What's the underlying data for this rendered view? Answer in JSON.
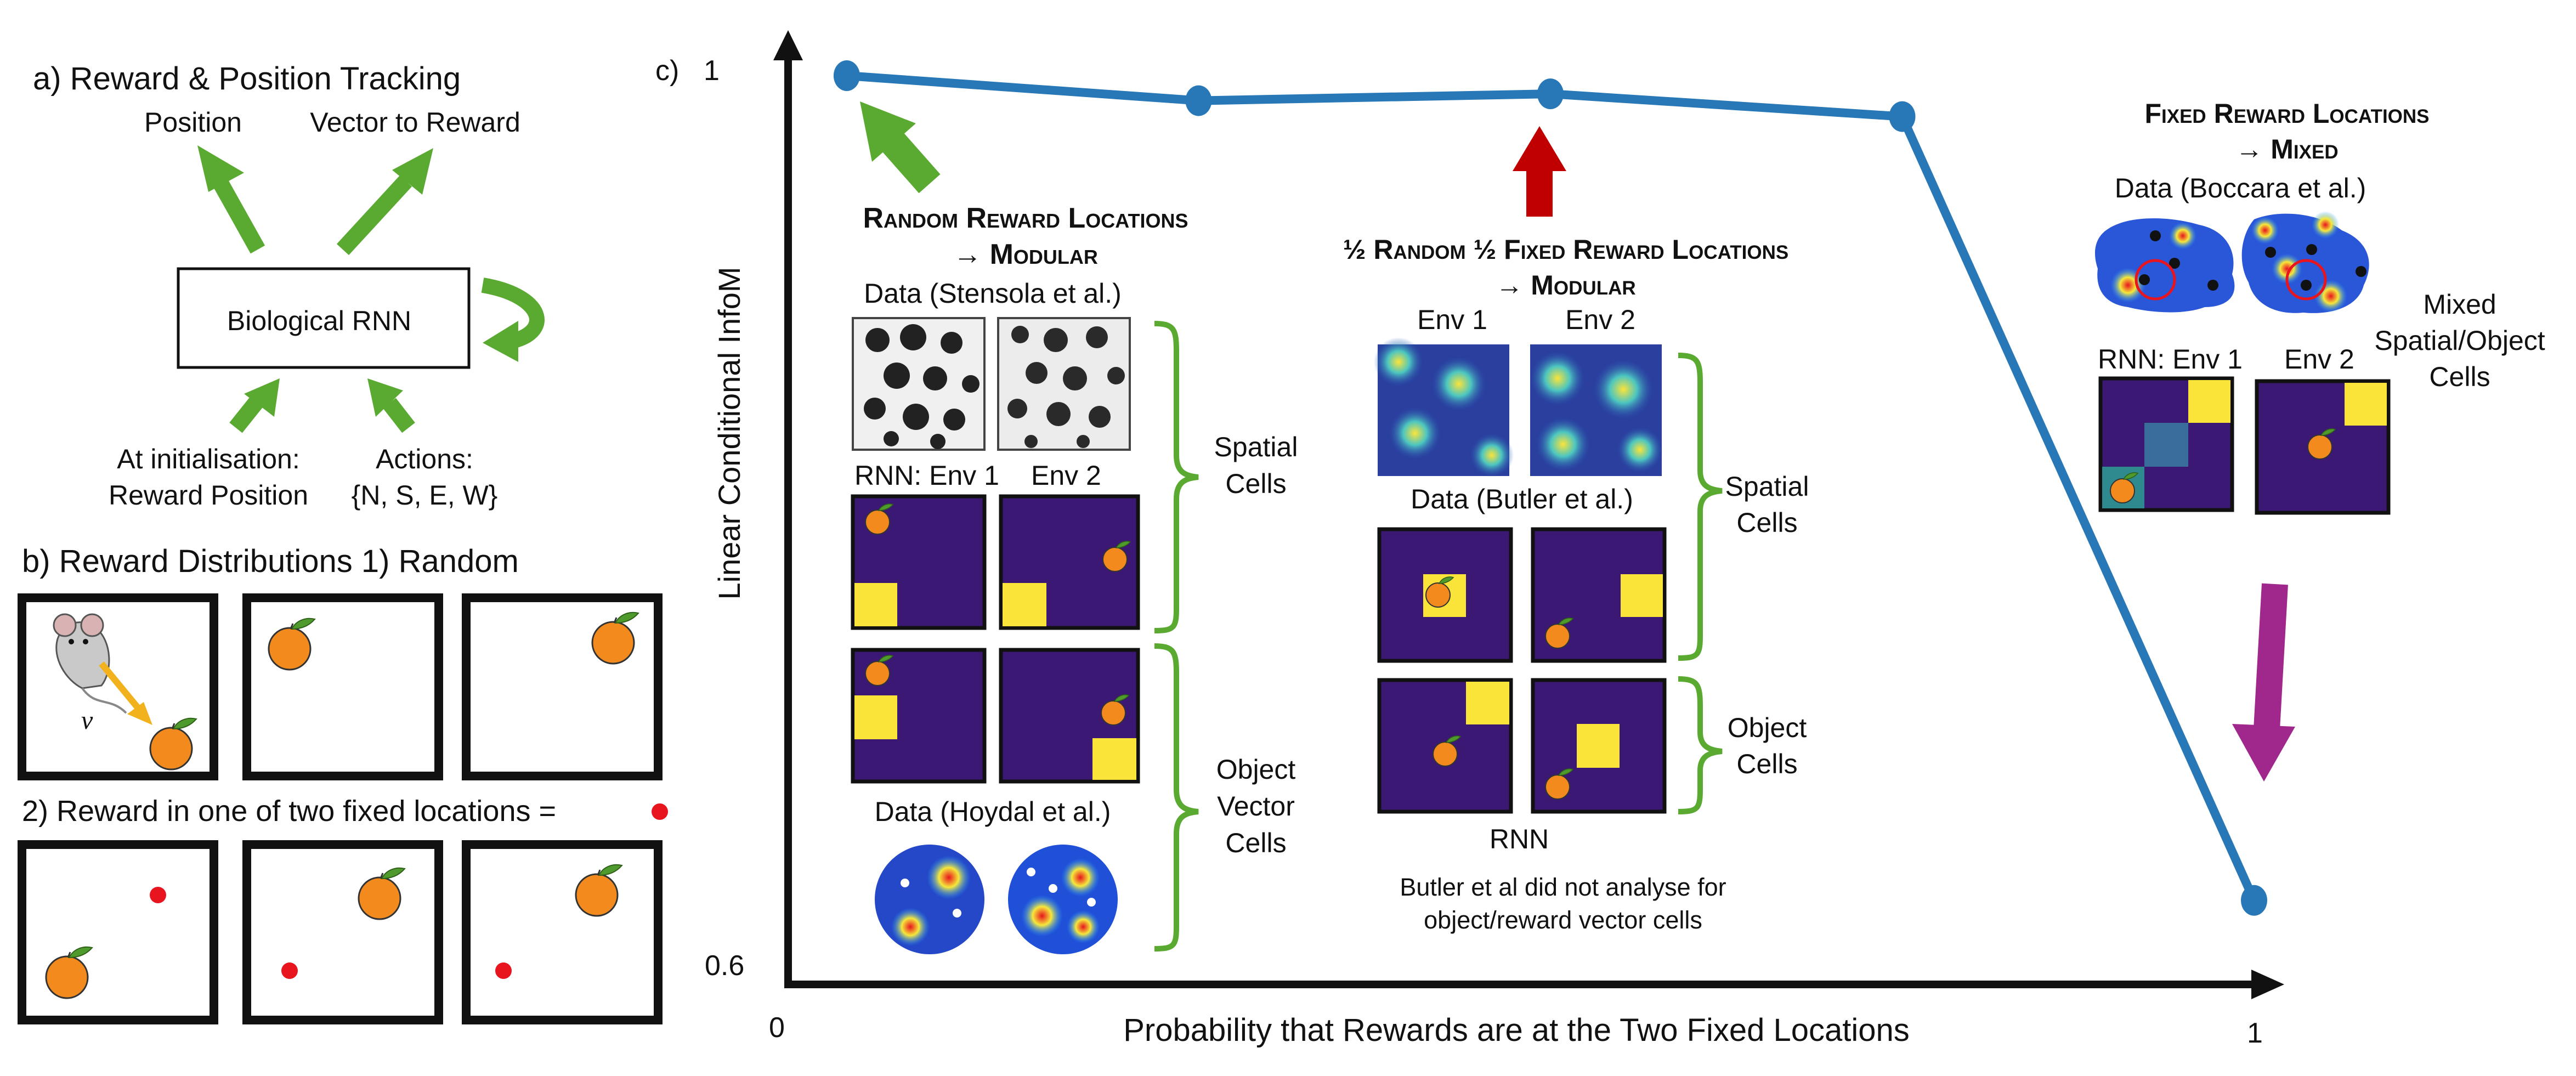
{
  "panel_a": {
    "title": "a) Reward & Position Tracking",
    "out_position": "Position",
    "out_vector": "Vector to Reward",
    "rnn": "Biological RNN",
    "in_init_line1": "At initialisation:",
    "in_init_line2": "Reward Position",
    "in_actions_line1": "Actions:",
    "in_actions_line2": "{N, S, E, W}"
  },
  "panel_b": {
    "title": "b) Reward Distributions 1) Random",
    "vector_symbol": "v",
    "row2_title": "2)  Reward in one of two fixed locations ="
  },
  "panel_c": {
    "label": "c)",
    "ylabel": "Linear Conditional InfoM",
    "xlabel": "Probability that Rewards are at the Two Fixed Locations",
    "ytick_top": "1",
    "ytick_bottom": "0.6",
    "xtick_left": "0",
    "xtick_right": "1",
    "group1": {
      "title_line1": "Random Reward Locations",
      "title_line2": "→ Modular",
      "data_label": "Data (Stensola et al.)",
      "rnn_label": "RNN: Env 1",
      "env2_label": "Env 2",
      "spatial_line1": "Spatial",
      "spatial_line2": "Cells",
      "object_line1": "Object",
      "object_line2": "Vector",
      "object_line3": "Cells",
      "data2_label": "Data (Hoydal et al.)"
    },
    "group2": {
      "title_line1": "½ Random ½ Fixed Reward Locations",
      "title_line2": "→ Modular",
      "env1_label": "Env 1",
      "env2_label": "Env 2",
      "data_label": "Data (Butler et al.)",
      "spatial_line1": "Spatial",
      "spatial_line2": "Cells",
      "object_line1": "Object",
      "object_line2": "Cells",
      "rnn_label": "RNN",
      "note_line1": "Butler et al did not analyse for",
      "note_line2": "object/reward vector cells"
    },
    "group3": {
      "title_line1": "Fixed Reward Locations",
      "title_line2": "→ Mixed",
      "data_label": "Data (Boccara et al.)",
      "rnn_label": "RNN: Env 1",
      "env2_label": "Env 2",
      "mixed_line1": "Mixed",
      "mixed_line2": "Spatial/Object",
      "mixed_line3": "Cells"
    }
  },
  "chart_data": {
    "type": "line",
    "xlabel": "Probability that Rewards are at the Two Fixed Locations",
    "ylabel": "Linear Conditional InfoM",
    "xlim": [
      0,
      1
    ],
    "ylim": [
      0.6,
      1
    ],
    "series": [
      {
        "x": [
          0.04,
          0.28,
          0.52,
          0.76,
          1.0
        ],
        "y": [
          1.0,
          0.989,
          0.992,
          0.982,
          0.637
        ]
      }
    ]
  },
  "colors": {
    "line": "#2878b8",
    "green_arrow": "#5aaa32",
    "red_arrow": "#c00000",
    "purple_arrow": "#a0288c",
    "bracket": "#5aaa32",
    "orange": "#f28a1e",
    "reward_dot": "#e8141e",
    "heat_dark": "#3b1874",
    "heat_yellow": "#fbe43a"
  }
}
